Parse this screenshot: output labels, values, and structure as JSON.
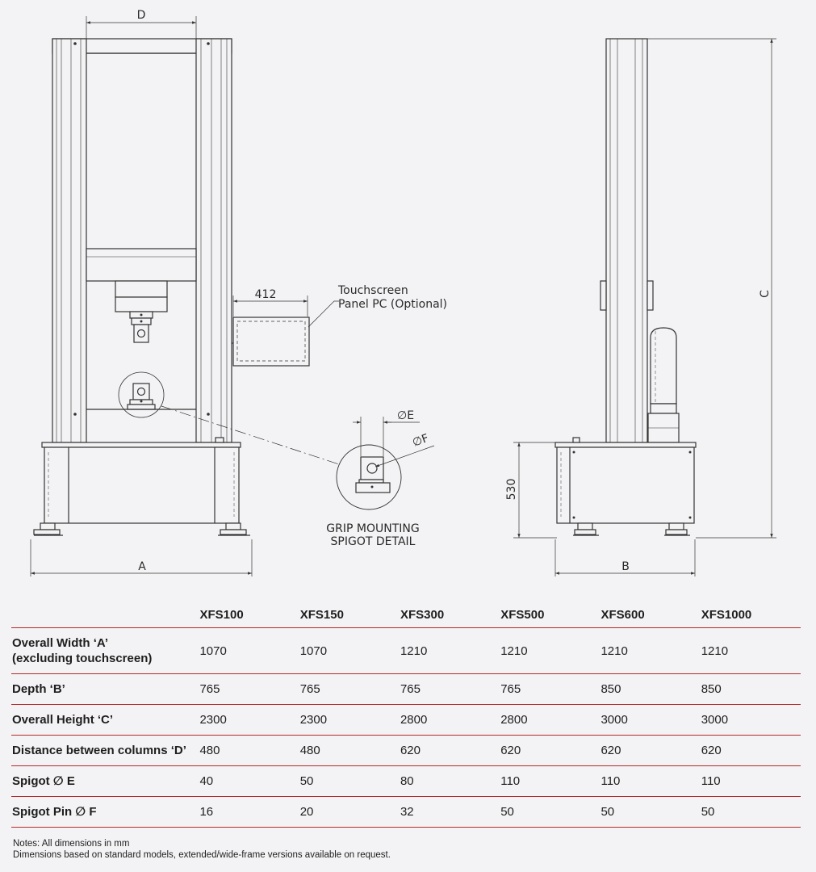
{
  "drawing": {
    "labels": {
      "d": "D",
      "a": "A",
      "b": "B",
      "c": "C",
      "width_412": "412",
      "height_530": "530",
      "e": "∅E",
      "f": "∅F",
      "touchscreen_line1": "Touchscreen",
      "touchscreen_line2": "Panel PC (Optional)",
      "grip_line1": "GRIP MOUNTING",
      "grip_line2": "SPIGOT DETAIL"
    }
  },
  "table": {
    "models": [
      "XFS100",
      "XFS150",
      "XFS300",
      "XFS500",
      "XFS600",
      "XFS1000"
    ],
    "rows": [
      {
        "label_line1": "Overall Width ‘A’",
        "label_line2": "(excluding touchscreen)",
        "values": [
          "1070",
          "1070",
          "1210",
          "1210",
          "1210",
          "1210"
        ]
      },
      {
        "label_line1": "Depth ‘B’",
        "label_line2": "",
        "values": [
          "765",
          "765",
          "765",
          "765",
          "850",
          "850"
        ]
      },
      {
        "label_line1": "Overall Height ‘C’",
        "label_line2": "",
        "values": [
          "2300",
          "2300",
          "2800",
          "2800",
          "3000",
          "3000"
        ]
      },
      {
        "label_line1": "Distance between columns ‘D’",
        "label_line2": "",
        "values": [
          "480",
          "480",
          "620",
          "620",
          "620",
          "620"
        ]
      },
      {
        "label_line1": "Spigot ∅ E",
        "label_line2": "",
        "values": [
          "40",
          "50",
          "80",
          "110",
          "110",
          "110"
        ]
      },
      {
        "label_line1": "Spigot Pin ∅ F",
        "label_line2": "",
        "values": [
          "16",
          "20",
          "32",
          "50",
          "50",
          "50"
        ]
      }
    ]
  },
  "notes": {
    "line1": "Notes: All dimensions in mm",
    "line2": "Dimensions based on standard models, extended/wide-frame versions available on request."
  }
}
